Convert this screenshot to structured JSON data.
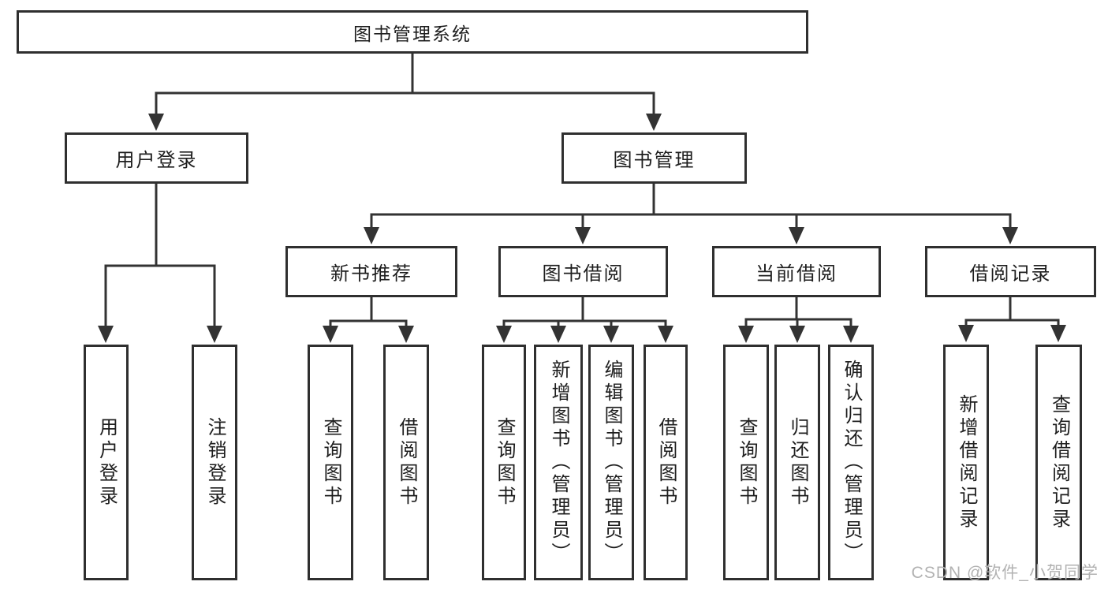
{
  "nodes": {
    "root": {
      "label": "图书管理系统"
    },
    "level2": [
      {
        "label": "用户登录"
      },
      {
        "label": "图书管理"
      }
    ],
    "level3": [
      {
        "label": "新书推荐"
      },
      {
        "label": "图书借阅"
      },
      {
        "label": "当前借阅"
      },
      {
        "label": "借阅记录"
      }
    ],
    "leaves": [
      {
        "label": "用户登录"
      },
      {
        "label": "注销登录"
      },
      {
        "label": "查询图书"
      },
      {
        "label": "借阅图书"
      },
      {
        "label": "查询图书"
      },
      {
        "label": "新增图书（管理员）"
      },
      {
        "label": "编辑图书（管理员）"
      },
      {
        "label": "借阅图书"
      },
      {
        "label": "查询图书"
      },
      {
        "label": "归还图书"
      },
      {
        "label": "确认归还（管理员）"
      },
      {
        "label": "新增借阅记录"
      },
      {
        "label": "查询借阅记录"
      }
    ]
  },
  "watermark": {
    "text": "CSDN @软件_小贺同学"
  },
  "colors": {
    "line": "#333333",
    "box_border": "#2f2f2f",
    "box_fill": "#ffffff",
    "text": "#1e1e1e",
    "watermark": "#b2b2b2",
    "background": "#ffffff"
  }
}
